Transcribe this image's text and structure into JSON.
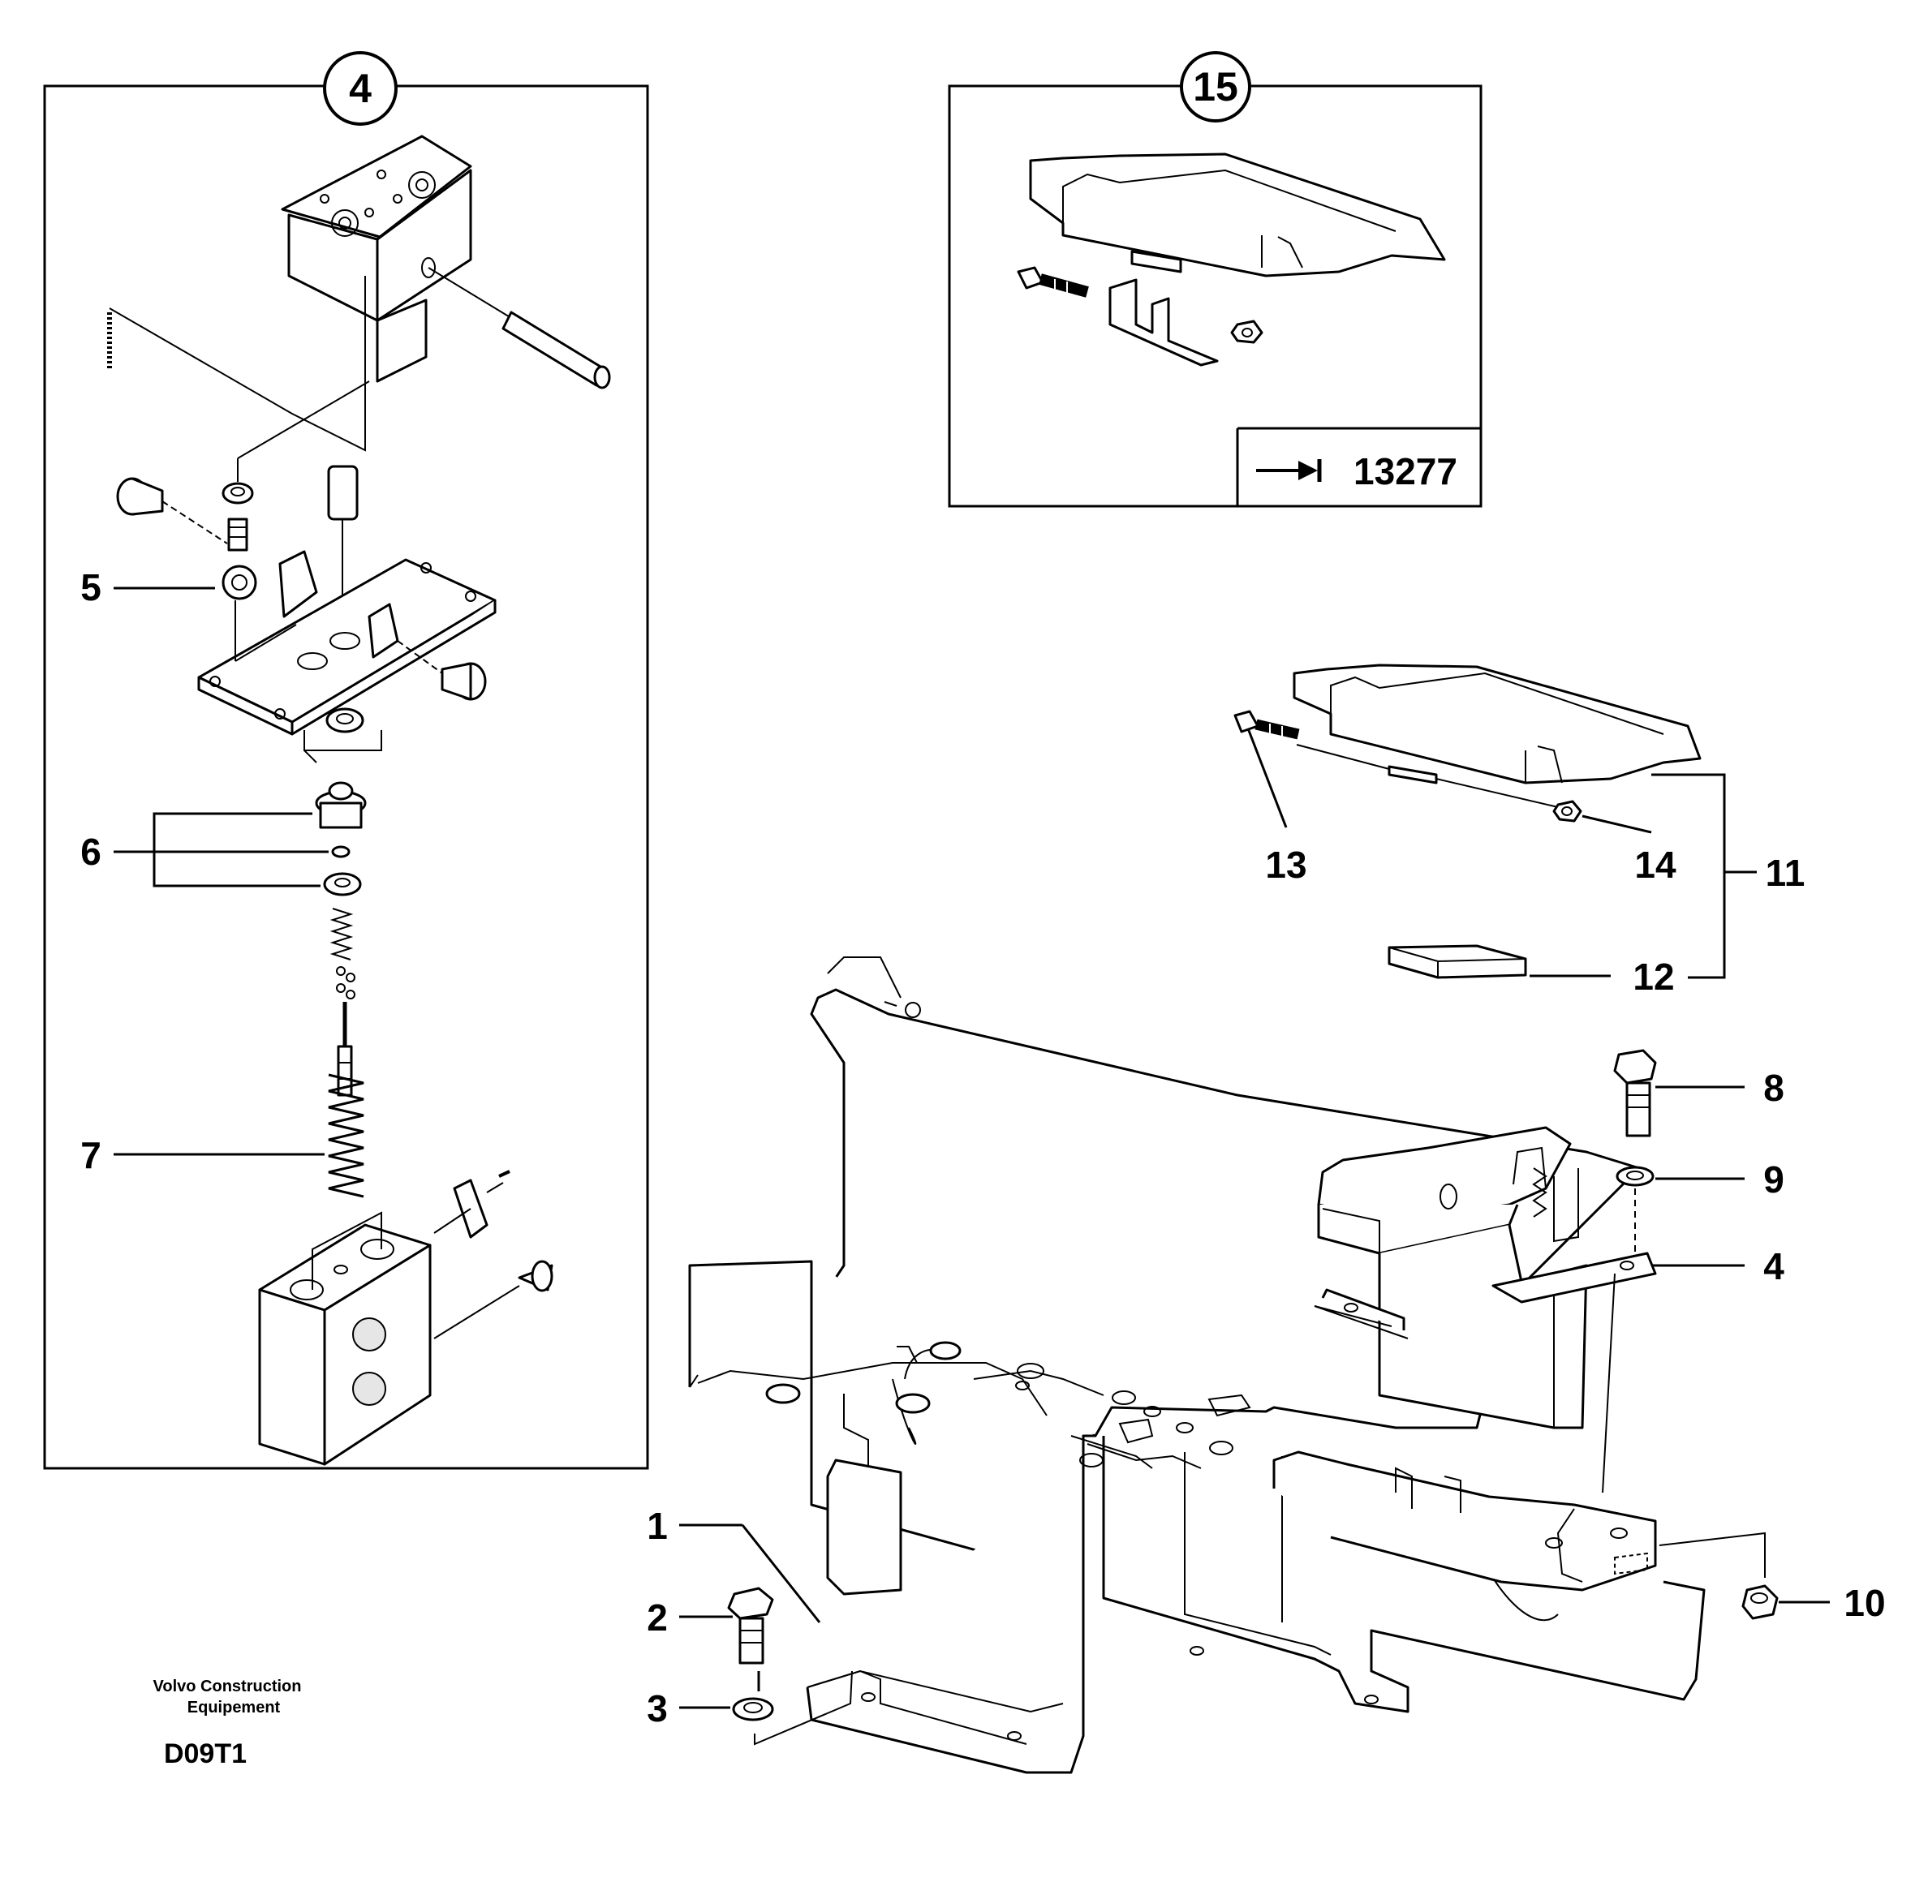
{
  "detail_4": {
    "badge": "4"
  },
  "detail_15": {
    "badge": "15",
    "reference": "13277"
  },
  "callouts": {
    "c1": "1",
    "c2": "2",
    "c3": "3",
    "c4": "4",
    "c5": "5",
    "c6": "6",
    "c7": "7",
    "c8": "8",
    "c9": "9",
    "c10": "10",
    "c11": "11",
    "c12": "12",
    "c13": "13",
    "c14": "14"
  },
  "footer": {
    "brand_line1": "Volvo Construction",
    "brand_line2": "Equipement",
    "drawing_id": "D09T1"
  }
}
